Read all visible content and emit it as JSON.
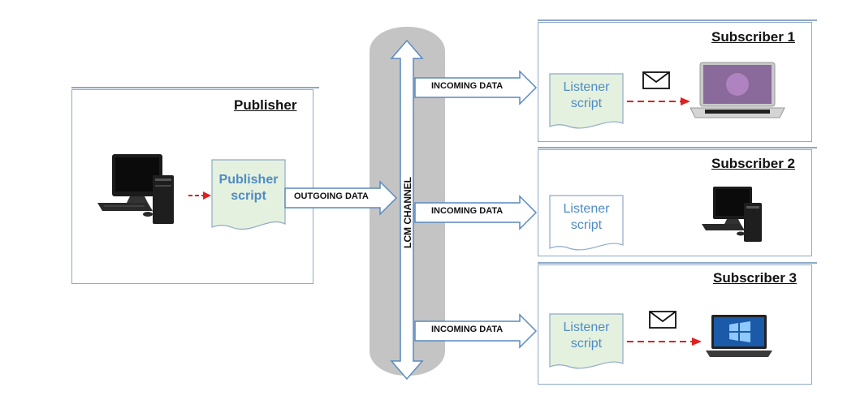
{
  "channel": {
    "label": "LCM CHANNEL"
  },
  "publisher": {
    "title": "Publisher",
    "script_label": [
      "Publisher",
      "script"
    ],
    "arrow_label": "OUTGOING DATA"
  },
  "subscribers": [
    {
      "title": "Subscriber 1",
      "script_label": [
        "Listener",
        "script"
      ],
      "arrow_label": "INCOMING DATA",
      "device": "laptop-icon",
      "active": true
    },
    {
      "title": "Subscriber 2",
      "script_label": [
        "Listener",
        "script"
      ],
      "arrow_label": "INCOMING DATA",
      "device": "desktop-computer-icon",
      "active": false
    },
    {
      "title": "Subscriber 3",
      "script_label": [
        "Listener",
        "script"
      ],
      "arrow_label": "INCOMING DATA",
      "device": "windows-laptop-icon",
      "active": true
    }
  ],
  "colors": {
    "box_border": "#8fa9c8",
    "channel": "#c4c4c4",
    "script_fill_active": "#e5f1df",
    "script_fill_inactive": "#ffffff",
    "script_text": "#4e8bc4",
    "dashed_arrow": "#e02020"
  }
}
